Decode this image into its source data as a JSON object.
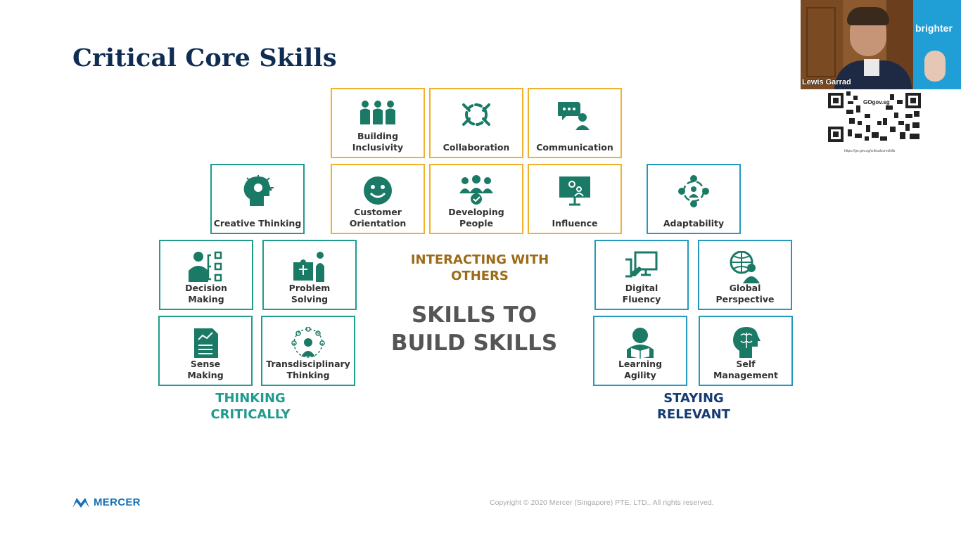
{
  "slide": {
    "title": "Critical Core Skills",
    "center_text": "SKILLS TO\nBUILD SKILLS",
    "categories": {
      "interacting": "INTERACTING WITH\nOTHERS",
      "thinking": "THINKING\nCRITICALLY",
      "staying": "STAYING\nRELEVANT"
    },
    "tiles": [
      {
        "label": "Building\nInclusivity",
        "icon": "people-group-icon"
      },
      {
        "label": "Collaboration",
        "icon": "hands-circle-icon"
      },
      {
        "label": "Communication",
        "icon": "chat-person-icon"
      },
      {
        "label": "Creative Thinking",
        "icon": "head-spark-icon"
      },
      {
        "label": "Customer\nOrientation",
        "icon": "smiley-icon"
      },
      {
        "label": "Developing\nPeople",
        "icon": "team-check-icon"
      },
      {
        "label": "Influence",
        "icon": "presentation-icon"
      },
      {
        "label": "Adaptability",
        "icon": "adaptability-cycle-icon"
      },
      {
        "label": "Decision\nMaking",
        "icon": "person-checklist-icon"
      },
      {
        "label": "Problem\nSolving",
        "icon": "puzzle-person-icon"
      },
      {
        "label": "Digital\nFluency",
        "icon": "hand-screen-icon"
      },
      {
        "label": "Global\nPerspective",
        "icon": "globe-person-icon"
      },
      {
        "label": "Sense\nMaking",
        "icon": "chart-document-icon"
      },
      {
        "label": "Transdisciplinary\nThinking",
        "icon": "network-person-icon"
      },
      {
        "label": "Learning\nAgility",
        "icon": "reading-person-icon"
      },
      {
        "label": "Self\nManagement",
        "icon": "brain-head-icon"
      }
    ],
    "logo_text": "MERCER",
    "copyright": "Copyright © 2020 Mercer (Singapore) PTE. LTD.. All rights reserved."
  },
  "video": {
    "participant_name": "Lewis Garrad",
    "banner_text": "brighter"
  },
  "qr": {
    "badge": "GOgov.sg",
    "url": "https://go.gov.sg/criticalcoreskills"
  },
  "colors": {
    "gold": "#f2b12a",
    "teal": "#1f9c8e",
    "blue": "#2499bf",
    "icon": "#1a7a66",
    "title": "#0f2d52"
  }
}
